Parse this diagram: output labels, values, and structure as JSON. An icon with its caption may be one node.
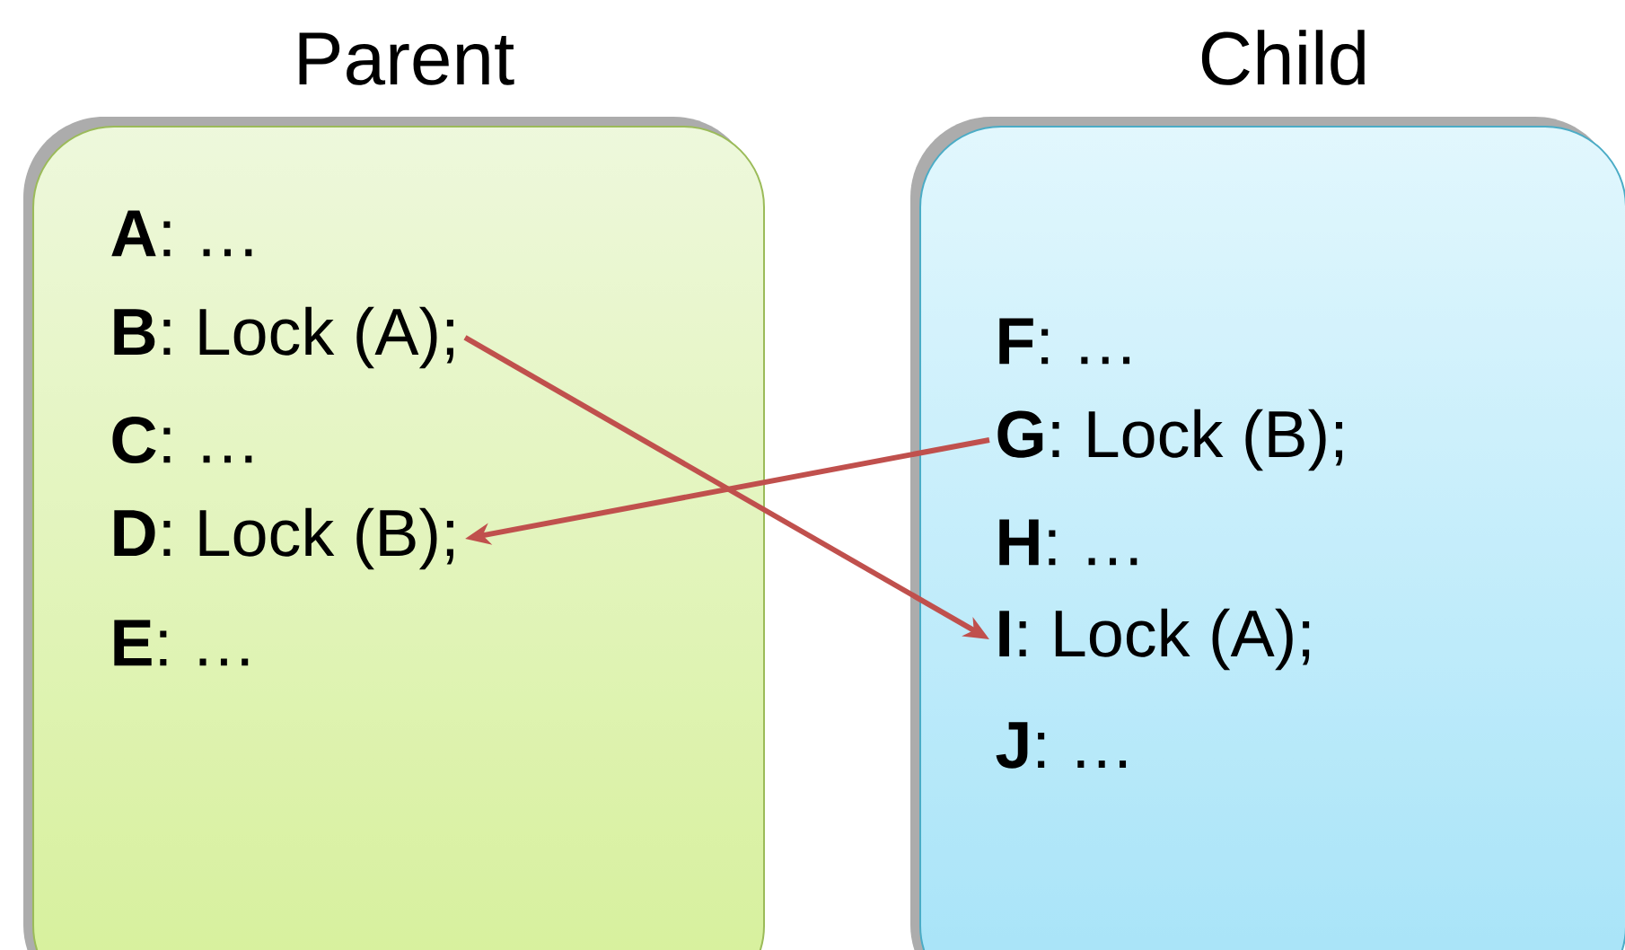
{
  "diagram": {
    "nodes": [
      {
        "text": [
          "Parent"
        ]
      },
      {
        "text": [
          "**A**: …"
        ],
        "in": 0
      },
      {
        "text": [
          "**B**: Lock (A);"
        ],
        "in": 0
      },
      {
        "text": [
          "**C**: …"
        ],
        "in": 0
      },
      {
        "text": [
          "**D**: Lock (B);"
        ],
        "in": 0
      },
      {
        "text": [
          "**E**: …"
        ],
        "in": 0
      },
      {
        "text": [
          "Child"
        ]
      },
      {
        "text": [
          "**F**: …"
        ],
        "in": 6
      },
      {
        "text": [
          "**G**: Lock (B);"
        ],
        "in": 6
      },
      {
        "text": [
          "**H**: …"
        ],
        "in": 6
      },
      {
        "text": [
          "**I**: Lock (A);"
        ],
        "in": 6
      },
      {
        "text": [
          "**J**: …"
        ],
        "in": 6
      }
    ],
    "edges": [
      {
        "from": 2,
        "to": 10,
        "arrow": "to",
        "color": "#c0504d"
      },
      {
        "from": 8,
        "to": 4,
        "arrow": "to",
        "color": "#c0504d"
      }
    ]
  }
}
